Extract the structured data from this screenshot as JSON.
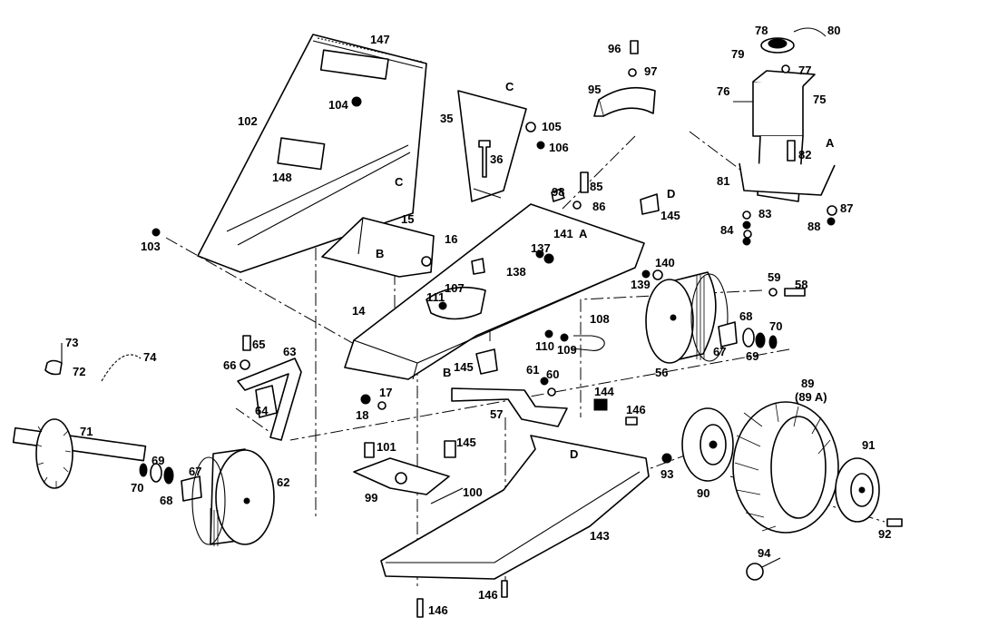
{
  "labels": {
    "n147": "147",
    "n102": "102",
    "n104": "104",
    "nC1": "C",
    "n148": "148",
    "n103": "103",
    "n35": "35",
    "nC2": "C",
    "n105": "105",
    "n106": "106",
    "n36": "36",
    "n96": "96",
    "n97": "97",
    "n95": "95",
    "n78": "78",
    "n80": "80",
    "n79": "79",
    "n77": "77",
    "n76": "76",
    "n75": "75",
    "n82": "82",
    "nA1": "A",
    "n81": "81",
    "n83": "83",
    "n87": "87",
    "n84": "84",
    "n88": "88",
    "n15": "15",
    "n16": "16",
    "nB1": "B",
    "n98": "98",
    "n85": "85",
    "n86": "86",
    "nD1": "D",
    "n145a": "145",
    "n141": "141",
    "nA2": "A",
    "n137": "137",
    "n138": "138",
    "n140": "140",
    "n139": "139",
    "n59": "59",
    "n58": "58",
    "n111": "111",
    "n107": "107",
    "n14": "14",
    "n108": "108",
    "n110": "110",
    "n109": "109",
    "n68a": "68",
    "n70a": "70",
    "n67a": "67",
    "n69a": "69",
    "n56": "56",
    "n73": "73",
    "n72": "72",
    "n74": "74",
    "n65": "65",
    "n63": "63",
    "n66": "66",
    "nB2": "B",
    "n145b": "145",
    "n17": "17",
    "n18": "18",
    "n61": "61",
    "n60": "60",
    "n144": "144",
    "n57": "57",
    "n64": "64",
    "n89": "89",
    "n89a": "(89 A)",
    "n146a": "146",
    "n71": "71",
    "n69b": "69",
    "n70b": "70",
    "n68b": "68",
    "n67b": "67",
    "n62": "62",
    "n101": "101",
    "n145c": "145",
    "n99": "99",
    "n100": "100",
    "nD2": "D",
    "n91": "91",
    "n93": "93",
    "n90": "90",
    "n143": "143",
    "n92": "92",
    "n94": "94",
    "n146b": "146",
    "n146c": "146"
  }
}
